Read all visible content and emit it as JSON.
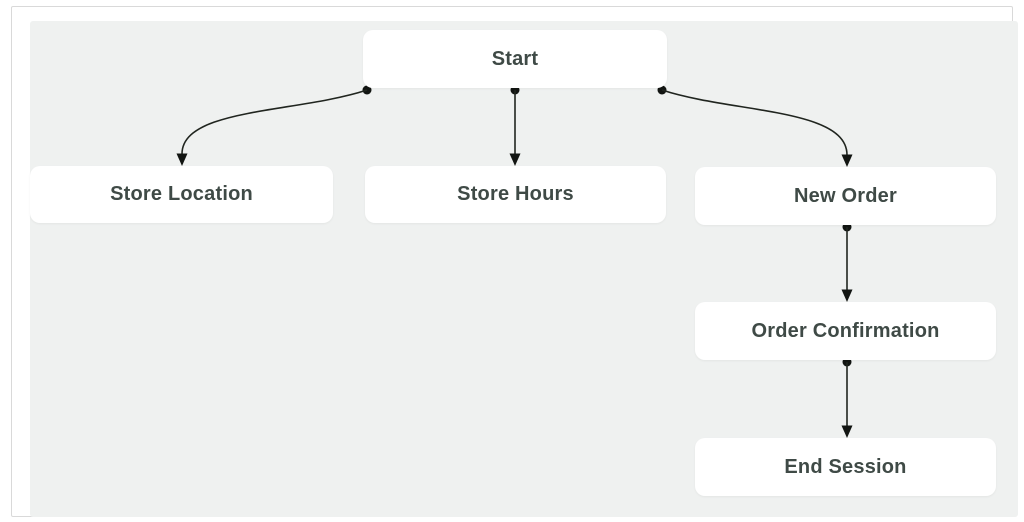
{
  "diagram": {
    "nodes": {
      "start": {
        "label": "Start"
      },
      "store_location": {
        "label": "Store Location"
      },
      "store_hours": {
        "label": "Store Hours"
      },
      "new_order": {
        "label": "New Order"
      },
      "order_confirmation": {
        "label": "Order Confirmation"
      },
      "end_session": {
        "label": "End Session"
      }
    },
    "edges": [
      {
        "from": "Start",
        "to": "Store Location"
      },
      {
        "from": "Start",
        "to": "Store Hours"
      },
      {
        "from": "Start",
        "to": "New Order"
      },
      {
        "from": "New Order",
        "to": "Order Confirmation"
      },
      {
        "from": "Order Confirmation",
        "to": "End Session"
      }
    ],
    "colors": {
      "canvas_bg": "#eff1f0",
      "node_bg": "#ffffff",
      "node_text": "#3f4a46",
      "edge": "#20251f",
      "frame_border": "#d9d9d9"
    }
  }
}
